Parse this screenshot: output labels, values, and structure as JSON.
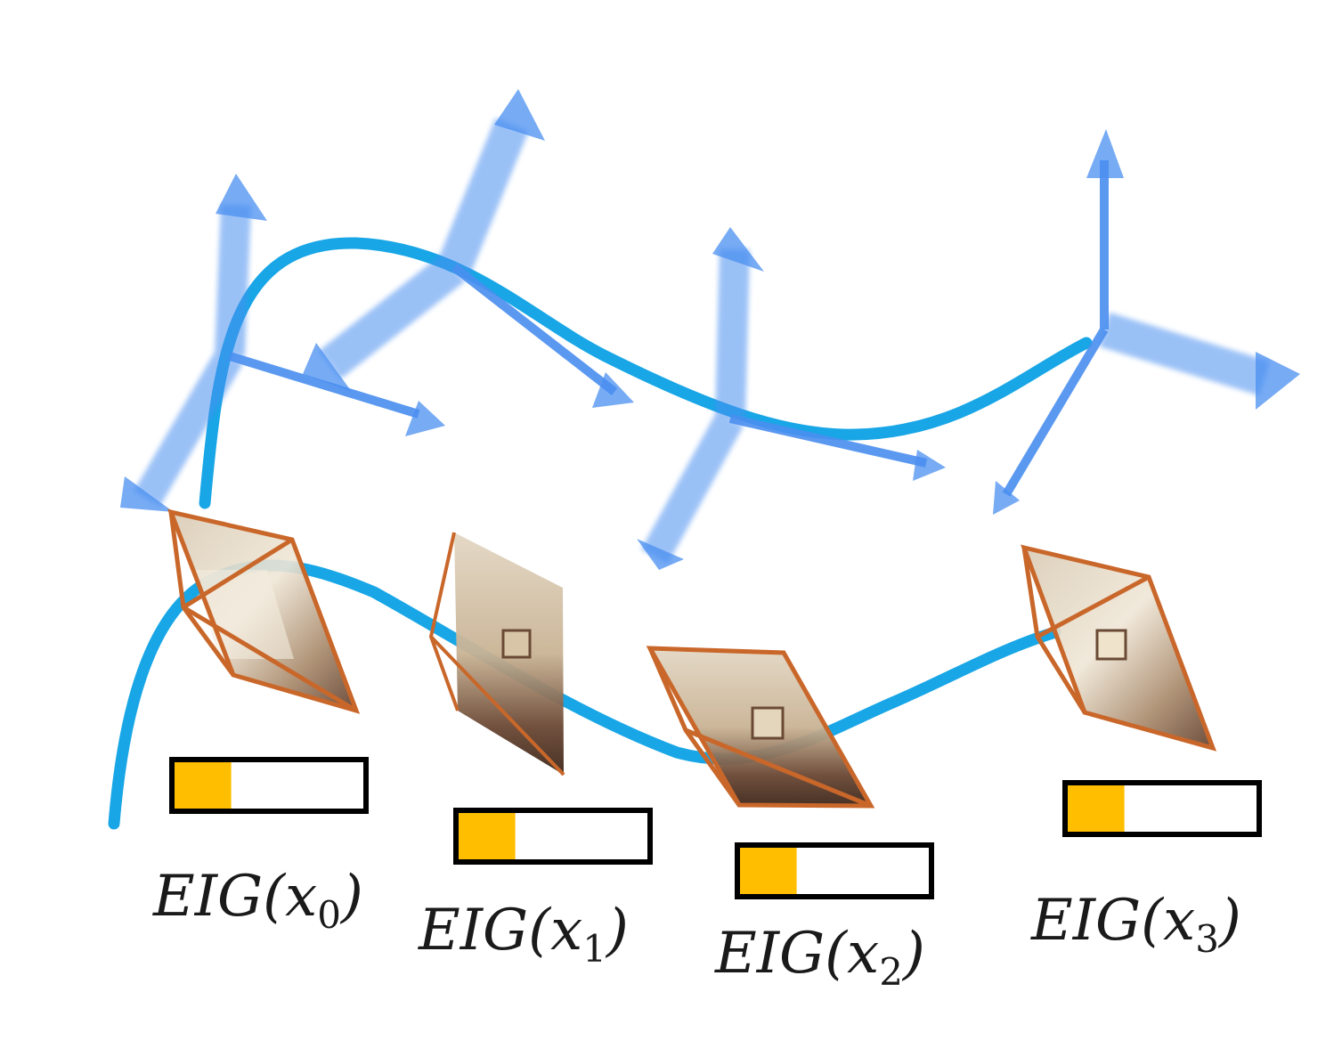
{
  "colors": {
    "trajectory": "#18a6e6",
    "axis_arrow": "#4a8ff0",
    "camera_frustum": "#c9672a",
    "bar_fill": "#ffbe00",
    "bar_border": "#000000"
  },
  "cameras": [
    {
      "eig_label": "EIG",
      "var": "x",
      "subscript": "0",
      "eig_level": 0.3
    },
    {
      "eig_label": "EIG",
      "var": "x",
      "subscript": "1",
      "eig_level": 0.3
    },
    {
      "eig_label": "EIG",
      "var": "x",
      "subscript": "2",
      "eig_level": 0.3
    },
    {
      "eig_label": "EIG",
      "var": "x",
      "subscript": "3",
      "eig_level": 0.3
    }
  ]
}
